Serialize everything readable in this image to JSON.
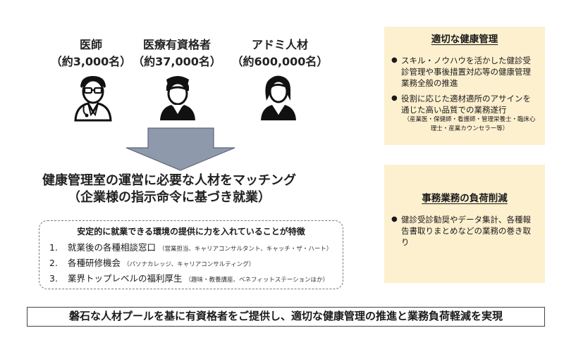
{
  "groups": [
    {
      "title": "医師",
      "count": "（約3,000名）",
      "icon": "doctor-icon"
    },
    {
      "title": "医療有資格者",
      "count": "（約37,000名）",
      "icon": "nurse-icon"
    },
    {
      "title": "アドミ人材",
      "count": "（約600,000名）",
      "icon": "office-worker-icon"
    }
  ],
  "main_message": {
    "line1": "健康管理室の運営に必要な人材をマッチング",
    "line2": "（企業様の指示命令に基づき就業）"
  },
  "features": {
    "title": "安定的に就業できる環境の提供に力を入れていることが特徴",
    "items": [
      {
        "num": "1.",
        "text": "就業後の各種相談窓口",
        "note": "（営業担当、キャリアコンサルタント、キャッチ・ザ・ハート）"
      },
      {
        "num": "2.",
        "text": "各種研修機会",
        "note": "（パソナカレッジ、キャリアコンサルティング）"
      },
      {
        "num": "3.",
        "text": "業界トップレベルの福利厚生",
        "note": "（趣味・教養講座、ベネフィットステーションほか）"
      }
    ]
  },
  "panels": [
    {
      "title": "適切な健康管理",
      "bullets": [
        {
          "text": "スキル・ノウハウを活かした健診受診管理や事後措置対応等の健康管理業務全般の推進",
          "sub": ""
        },
        {
          "text": "役割に応じた適材適所のアサインを通じた高い品質での業務遂行",
          "sub": "（産業医・保健師・看護師・管理栄養士・臨床心理士・産業カウンセラー等）"
        }
      ]
    },
    {
      "title": "事務業務の負荷削減",
      "bullets": [
        {
          "text": "健診受診勧奨やデータ集計、各種報告書取りまとめなどの業務の巻き取り",
          "sub": ""
        }
      ]
    }
  ],
  "bottom_message": "磐石な人材プールを基に有資格者をご提供し、適切な健康管理の推進と業務負荷軽減を実現",
  "colors": {
    "panel_bg": "#fdf0cf",
    "arrow_fill": "#8e9aac",
    "arrow_stroke": "#5c6778",
    "icon_fill": "#111111"
  }
}
